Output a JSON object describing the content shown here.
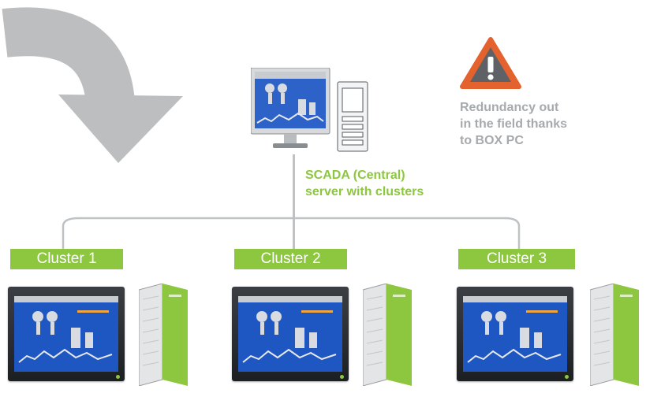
{
  "central": {
    "label": "SCADA (Central)\nserver with clusters"
  },
  "warning": {
    "text": "Redundancy out\nin the field thanks\nto BOX PC",
    "icon": "warning-triangle-icon"
  },
  "clusters": [
    {
      "label": "Cluster 1"
    },
    {
      "label": "Cluster 2"
    },
    {
      "label": "Cluster 3"
    }
  ],
  "colors": {
    "accent_green": "#8dc63f",
    "warning_orange": "#e3622d",
    "arrow_gray": "#bcbec0",
    "text_gray": "#a7aaad",
    "screen_blue": "#1f57c2"
  }
}
